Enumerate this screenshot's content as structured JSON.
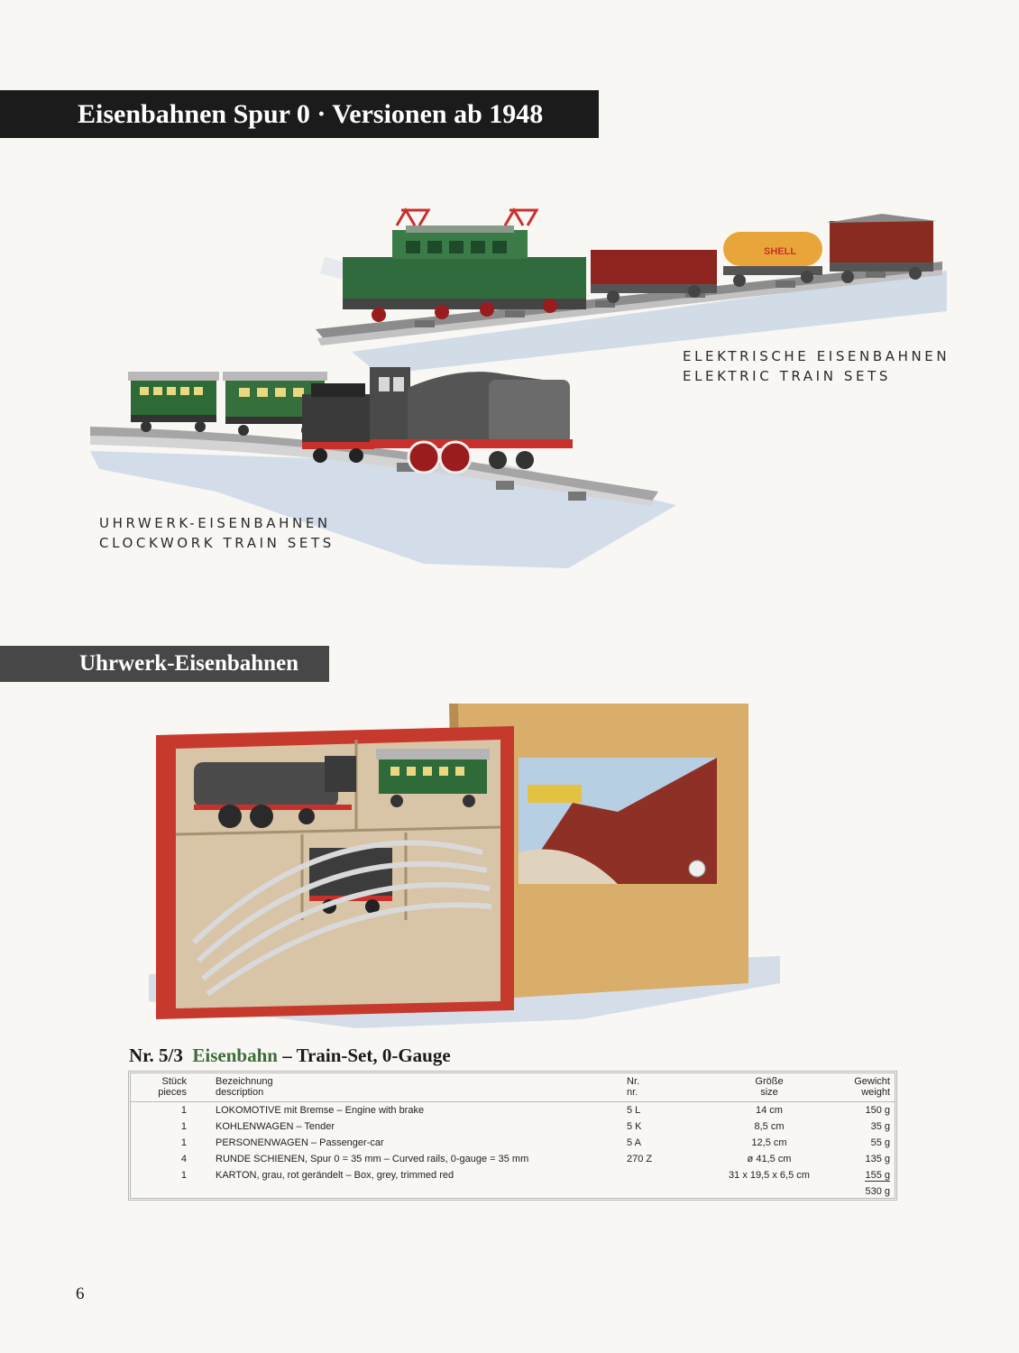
{
  "header": {
    "title": "Eisenbahnen Spur 0  ·  Versionen ab 1948"
  },
  "illustration": {
    "electric_caption_de": "ELEKTRISCHE EISENBAHNEN",
    "electric_caption_en": "ELEKTRIC TRAIN SETS",
    "clockwork_caption_de": "UHRWERK-EISENBAHNEN",
    "clockwork_caption_en": "CLOCKWORK TRAIN SETS",
    "tank_wagon_text": "SHELL"
  },
  "section": {
    "title": "Uhrwerk-Eisenbahnen"
  },
  "product": {
    "number": "Nr. 5/3",
    "name": "Eisenbahn",
    "description": "– Train-Set, 0-Gauge"
  },
  "table": {
    "headers": {
      "qty_de": "Stück",
      "qty_en": "pieces",
      "desc_de": "Bezeichnung",
      "desc_en": "description",
      "nr_de": "Nr.",
      "nr_en": "nr.",
      "size_de": "Größe",
      "size_en": "size",
      "weight_de": "Gewicht",
      "weight_en": "weight"
    },
    "rows": [
      {
        "qty": "1",
        "desc": "LOKOMOTIVE mit Bremse – Engine with brake",
        "nr": "5 L",
        "size": "14 cm",
        "weight": "150 g"
      },
      {
        "qty": "1",
        "desc": "KOHLENWAGEN – Tender",
        "nr": "5 K",
        "size": "8,5 cm",
        "weight": "35 g"
      },
      {
        "qty": "1",
        "desc": "PERSONENWAGEN – Passenger-car",
        "nr": "5 A",
        "size": "12,5 cm",
        "weight": "55 g"
      },
      {
        "qty": "4",
        "desc": "RUNDE SCHIENEN, Spur 0 = 35 mm – Curved rails, 0-gauge = 35 mm",
        "nr": "270 Z",
        "size": "ø 41,5 cm",
        "weight": "135 g"
      },
      {
        "qty": "1",
        "desc": "KARTON, grau, rot gerändelt – Box, grey, trimmed red",
        "nr": "",
        "size": "31 x 19,5 x 6,5 cm",
        "weight": "155 g"
      }
    ],
    "total_weight": "530 g"
  },
  "footer": {
    "page_number": "6"
  },
  "colors": {
    "banner_dark": "#1b1b1b",
    "banner_grey": "#474747",
    "accent_green": "#3e6b3a",
    "page_bg": "#f8f7f3"
  }
}
